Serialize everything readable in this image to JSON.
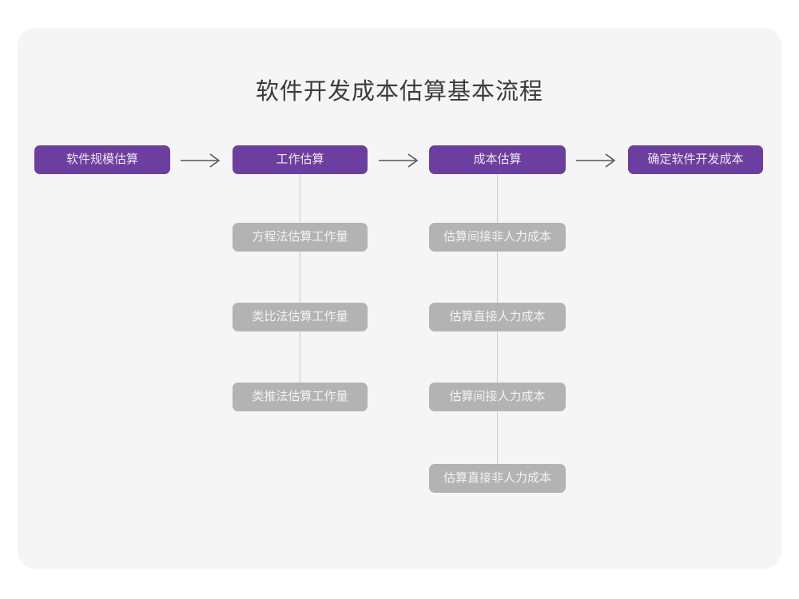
{
  "title": "软件开发成本估算基本流程",
  "colors": {
    "page_background": "#ffffff",
    "card_background": "#f5f5f5",
    "primary_node": "#6c3e9f",
    "primary_node_text": "#ede7f3",
    "secondary_node": "#b3b3b3",
    "secondary_node_text": "#f2f2f2",
    "connector_line": "#cccccc",
    "arrow": "#555555",
    "title_text": "#3c3c3c"
  },
  "flow": {
    "stages": [
      {
        "label": "软件规模估算",
        "steps": []
      },
      {
        "label": "工作估算",
        "steps": [
          "方程法估算工作量",
          "类比法估算工作量",
          "类推法估算工作量"
        ]
      },
      {
        "label": "成本估算",
        "steps": [
          "估算间接非人力成本",
          "估算直接人力成本",
          "估算间接人力成本",
          "估算直接非人力成本"
        ]
      },
      {
        "label": "确定软件开发成本",
        "steps": []
      }
    ],
    "arrows": [
      {
        "name": "arrow-1",
        "glyph": "⟶"
      },
      {
        "name": "arrow-2",
        "glyph": "⟶"
      },
      {
        "name": "arrow-3",
        "glyph": "⟶"
      }
    ]
  }
}
